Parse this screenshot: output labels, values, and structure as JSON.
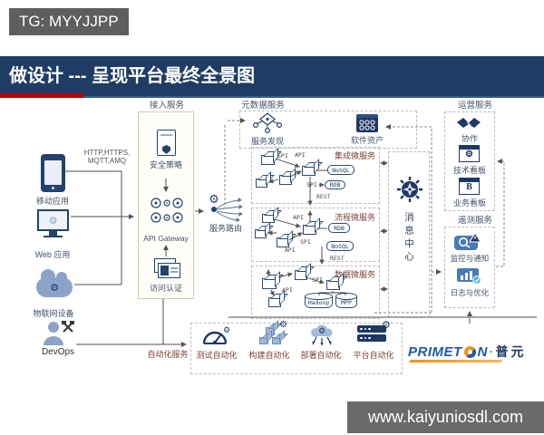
{
  "chrome": {
    "tg_badge": "TG: MYYJJPP",
    "header_title": "做设计 --- 呈现平台最终全景图",
    "watermark": "www.kaiyuniosdl.com"
  },
  "icons": {
    "gear": "⚙",
    "biz": "B"
  },
  "clients": {
    "protocols_line1": "HTTP,HTTPS,",
    "protocols_line2": "MQTT,AMQ",
    "mobile": "移动应用",
    "web": "Web 应用",
    "iot": "物联网设备",
    "devops": "DevOps"
  },
  "access": {
    "title": "接入服务",
    "security": "安全策略",
    "gateway": "API Gateway",
    "auth": "访问认证"
  },
  "routing": {
    "label": "服务路由"
  },
  "metadata": {
    "title": "元数据服务",
    "discovery": "服务发现",
    "assets": "软件资产"
  },
  "microservices": [
    {
      "title": "集成微服务",
      "tags": [
        "SPI",
        "API",
        "SPI"
      ],
      "stores": [
        "NoSQL",
        "RDB"
      ],
      "rest": "REST"
    },
    {
      "title": "流程微服务",
      "tags": [
        "API",
        "SPI",
        "API"
      ],
      "stores": [
        "RDB",
        "NoSQL"
      ],
      "rest": "REST"
    },
    {
      "title": "数据微服务",
      "tags": [
        "API",
        "SPI"
      ],
      "stores": [
        "Hadoop",
        "MPP"
      ]
    }
  ],
  "message_center": {
    "label": "消息中心"
  },
  "operations": {
    "title": "运营服务",
    "items": [
      "协作",
      "技术看板",
      "业务看板"
    ]
  },
  "telemetry": {
    "title": "遥测服务",
    "items": [
      "监控与通知",
      "日志与优化"
    ]
  },
  "automation": {
    "title": "自动化服务",
    "items": [
      "测试自动化",
      "构建自动化",
      "部署自动化",
      "平台自动化"
    ]
  },
  "logo": {
    "latin_a": "PRIMET",
    "latin_b": "N",
    "separator": "·",
    "cn": "普元"
  }
}
